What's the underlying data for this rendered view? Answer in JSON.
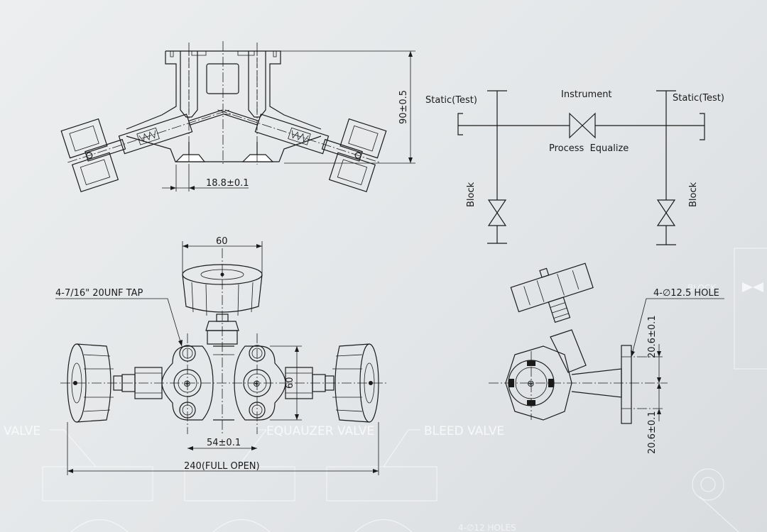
{
  "drawing": {
    "top_view": {
      "height_dimension": "90±0.5",
      "offset_dimension": "18.8±0.1"
    },
    "schematic": {
      "left_top_label": "Static(Test)",
      "right_top_label": "Static(Test)",
      "center_top_label": "Instrument",
      "center_bottom_label": "Process  Equalize",
      "left_valve_label": "Block",
      "right_valve_label": "Block"
    },
    "front_view": {
      "handle_width_dimension": "60",
      "tap_note": "4-7/16\" 20UNF TAP",
      "body_height_dimension": "60",
      "hole_spacing_dimension": "54±0.1",
      "overall_length_dimension": "240(FULL OPEN)"
    },
    "side_view": {
      "hole_note": "4-∅12.5 HOLE",
      "upper_spacing_dimension": "20.6±0.1",
      "lower_spacing_dimension": "20.6±0.1"
    }
  },
  "watermark": {
    "labels": [
      "VALVE",
      "EQUAUZER VALVE",
      "BLEED VALVE",
      "BLOCK",
      "4-∅12 HOLES"
    ]
  }
}
